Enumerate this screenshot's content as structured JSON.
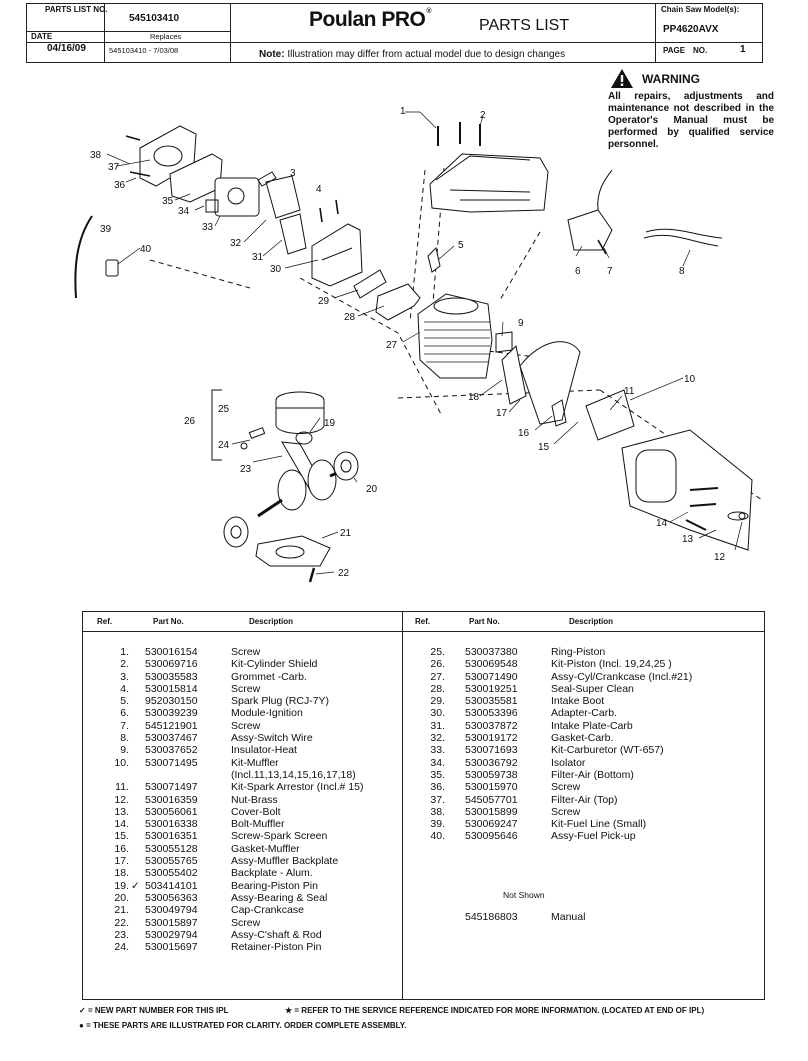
{
  "header": {
    "parts_list_no_label": "PARTS LIST NO.",
    "parts_list_no": "545103410",
    "date_label": "DATE",
    "date": "04/16/09",
    "replaces_label": "Replaces",
    "replaces": "545103410 - 7/03/08",
    "brand": "Poulan PRO",
    "brand_mark": "®",
    "doc_type": "PARTS LIST",
    "note_label": "Note:",
    "note": "Illustration may differ from actual model due to design changes",
    "model_label": "Chain Saw Model(s):",
    "model": "PP4620AVX",
    "page_label": "PAGE",
    "page_no_label": "NO.",
    "page": "1"
  },
  "warning": {
    "title": "WARNING",
    "text": "All repairs, adjustments and maintenance not described in the Operator's Manual must be performed by qualified service personnel."
  },
  "diagram": {
    "callouts": [
      "1",
      "2",
      "3",
      "4",
      "5",
      "6",
      "7",
      "8",
      "9",
      "10",
      "11",
      "12",
      "13",
      "14",
      "15",
      "16",
      "17",
      "18",
      "19",
      "20",
      "21",
      "22",
      "23",
      "24",
      "25",
      "26",
      "27",
      "28",
      "29",
      "30",
      "31",
      "32",
      "33",
      "34",
      "35",
      "36",
      "37",
      "38",
      "39",
      "40"
    ]
  },
  "table": {
    "headers": {
      "ref": "Ref.",
      "part_no": "Part No.",
      "description": "Description"
    },
    "left": [
      {
        "ref": "1.",
        "mark": "",
        "part": "530016154",
        "desc": "Screw"
      },
      {
        "ref": "2.",
        "mark": "",
        "part": "530069716",
        "desc": "Kit-Cylinder Shield"
      },
      {
        "ref": "3.",
        "mark": "",
        "part": "530035583",
        "desc": "Grommet -Carb."
      },
      {
        "ref": "4.",
        "mark": "",
        "part": "530015814",
        "desc": "Screw"
      },
      {
        "ref": "5.",
        "mark": "",
        "part": "952030150",
        "desc": "Spark Plug (RCJ-7Y)"
      },
      {
        "ref": "6.",
        "mark": "",
        "part": "530039239",
        "desc": "Module-Ignition"
      },
      {
        "ref": "7.",
        "mark": "",
        "part": "545121901",
        "desc": "Screw"
      },
      {
        "ref": "8.",
        "mark": "",
        "part": "530037467",
        "desc": "Assy-Switch Wire"
      },
      {
        "ref": "9.",
        "mark": "",
        "part": "530037652",
        "desc": "Insulator-Heat"
      },
      {
        "ref": "10.",
        "mark": "",
        "part": "530071495",
        "desc": "Kit-Muffler"
      },
      {
        "ref": "",
        "mark": "",
        "part": "",
        "desc": "(Incl.11,13,14,15,16,17,18)"
      },
      {
        "ref": "11.",
        "mark": "",
        "part": "530071497",
        "desc": "Kit-Spark Arrestor (Incl.# 15)"
      },
      {
        "ref": "12.",
        "mark": "",
        "part": "530016359",
        "desc": "Nut-Brass"
      },
      {
        "ref": "13.",
        "mark": "",
        "part": "530056061",
        "desc": "Cover-Bolt"
      },
      {
        "ref": "14.",
        "mark": "",
        "part": "530016338",
        "desc": "Bolt-Muffler"
      },
      {
        "ref": "15.",
        "mark": "",
        "part": "530016351",
        "desc": "Screw-Spark Screen"
      },
      {
        "ref": "16.",
        "mark": "",
        "part": "530055128",
        "desc": "Gasket-Muffler"
      },
      {
        "ref": "17.",
        "mark": "",
        "part": "530055765",
        "desc": "Assy-Muffler Backplate"
      },
      {
        "ref": "18.",
        "mark": "",
        "part": "530055402",
        "desc": "Backplate - Alum."
      },
      {
        "ref": "19.",
        "mark": "✓",
        "part": "503414101",
        "desc": "Bearing-Piston Pin"
      },
      {
        "ref": "20.",
        "mark": "",
        "part": "530056363",
        "desc": "Assy-Bearing & Seal"
      },
      {
        "ref": "21.",
        "mark": "",
        "part": "530049794",
        "desc": "Cap-Crankcase"
      },
      {
        "ref": "22.",
        "mark": "",
        "part": "530015897",
        "desc": "Screw"
      },
      {
        "ref": "23.",
        "mark": "",
        "part": "530029794",
        "desc": "Assy-C'shaft & Rod"
      },
      {
        "ref": "24.",
        "mark": "",
        "part": "530015697",
        "desc": "Retainer-Piston Pin"
      }
    ],
    "right": [
      {
        "ref": "25.",
        "part": "530037380",
        "desc": "Ring-Piston"
      },
      {
        "ref": "26.",
        "part": "530069548",
        "desc": "Kit-Piston (Incl. 19,24,25 )"
      },
      {
        "ref": "27.",
        "part": "530071490",
        "desc": "Assy-Cyl/Crankcase (Incl.#21)"
      },
      {
        "ref": "28.",
        "part": "530019251",
        "desc": "Seal-Super Clean"
      },
      {
        "ref": "29.",
        "part": "530035581",
        "desc": "Intake Boot"
      },
      {
        "ref": "30.",
        "part": "530053396",
        "desc": "Adapter-Carb."
      },
      {
        "ref": "31.",
        "part": "530037872",
        "desc": "Intake Plate-Carb"
      },
      {
        "ref": "32.",
        "part": "530019172",
        "desc": "Gasket-Carb."
      },
      {
        "ref": "33.",
        "part": "530071693",
        "desc": "Kit-Carburetor  (WT-657)"
      },
      {
        "ref": "34.",
        "part": "530036792",
        "desc": "Isolator"
      },
      {
        "ref": "35.",
        "part": "530059738",
        "desc": "Filter-Air (Bottom)"
      },
      {
        "ref": "36.",
        "part": "530015970",
        "desc": "Screw"
      },
      {
        "ref": "37.",
        "part": "545057701",
        "desc": "Filter-Air  (Top)"
      },
      {
        "ref": "38.",
        "part": "530015899",
        "desc": "Screw"
      },
      {
        "ref": "39.",
        "part": "530069247",
        "desc": "Kit-Fuel Line (Small)"
      },
      {
        "ref": "40.",
        "part": "530095646",
        "desc": "Assy-Fuel Pick-up"
      }
    ],
    "not_shown_label": "Not Shown",
    "not_shown": {
      "part": "545186803",
      "desc": "Manual"
    }
  },
  "footer": {
    "new_part_mark": "✓",
    "new_part": "= NEW PART NUMBER FOR THIS  IPL",
    "service_ref_mark": "★",
    "service_ref": "= REFER TO THE SERVICE REFERENCE  INDICATED FOR MORE INFORMATION. (LOCATED AT END OF IPL)",
    "clarity_mark": "●",
    "clarity": "= THESE PARTS ARE  ILLUSTRATED FOR CLARITY.    ORDER  COMPLETE   ASSEMBLY."
  }
}
